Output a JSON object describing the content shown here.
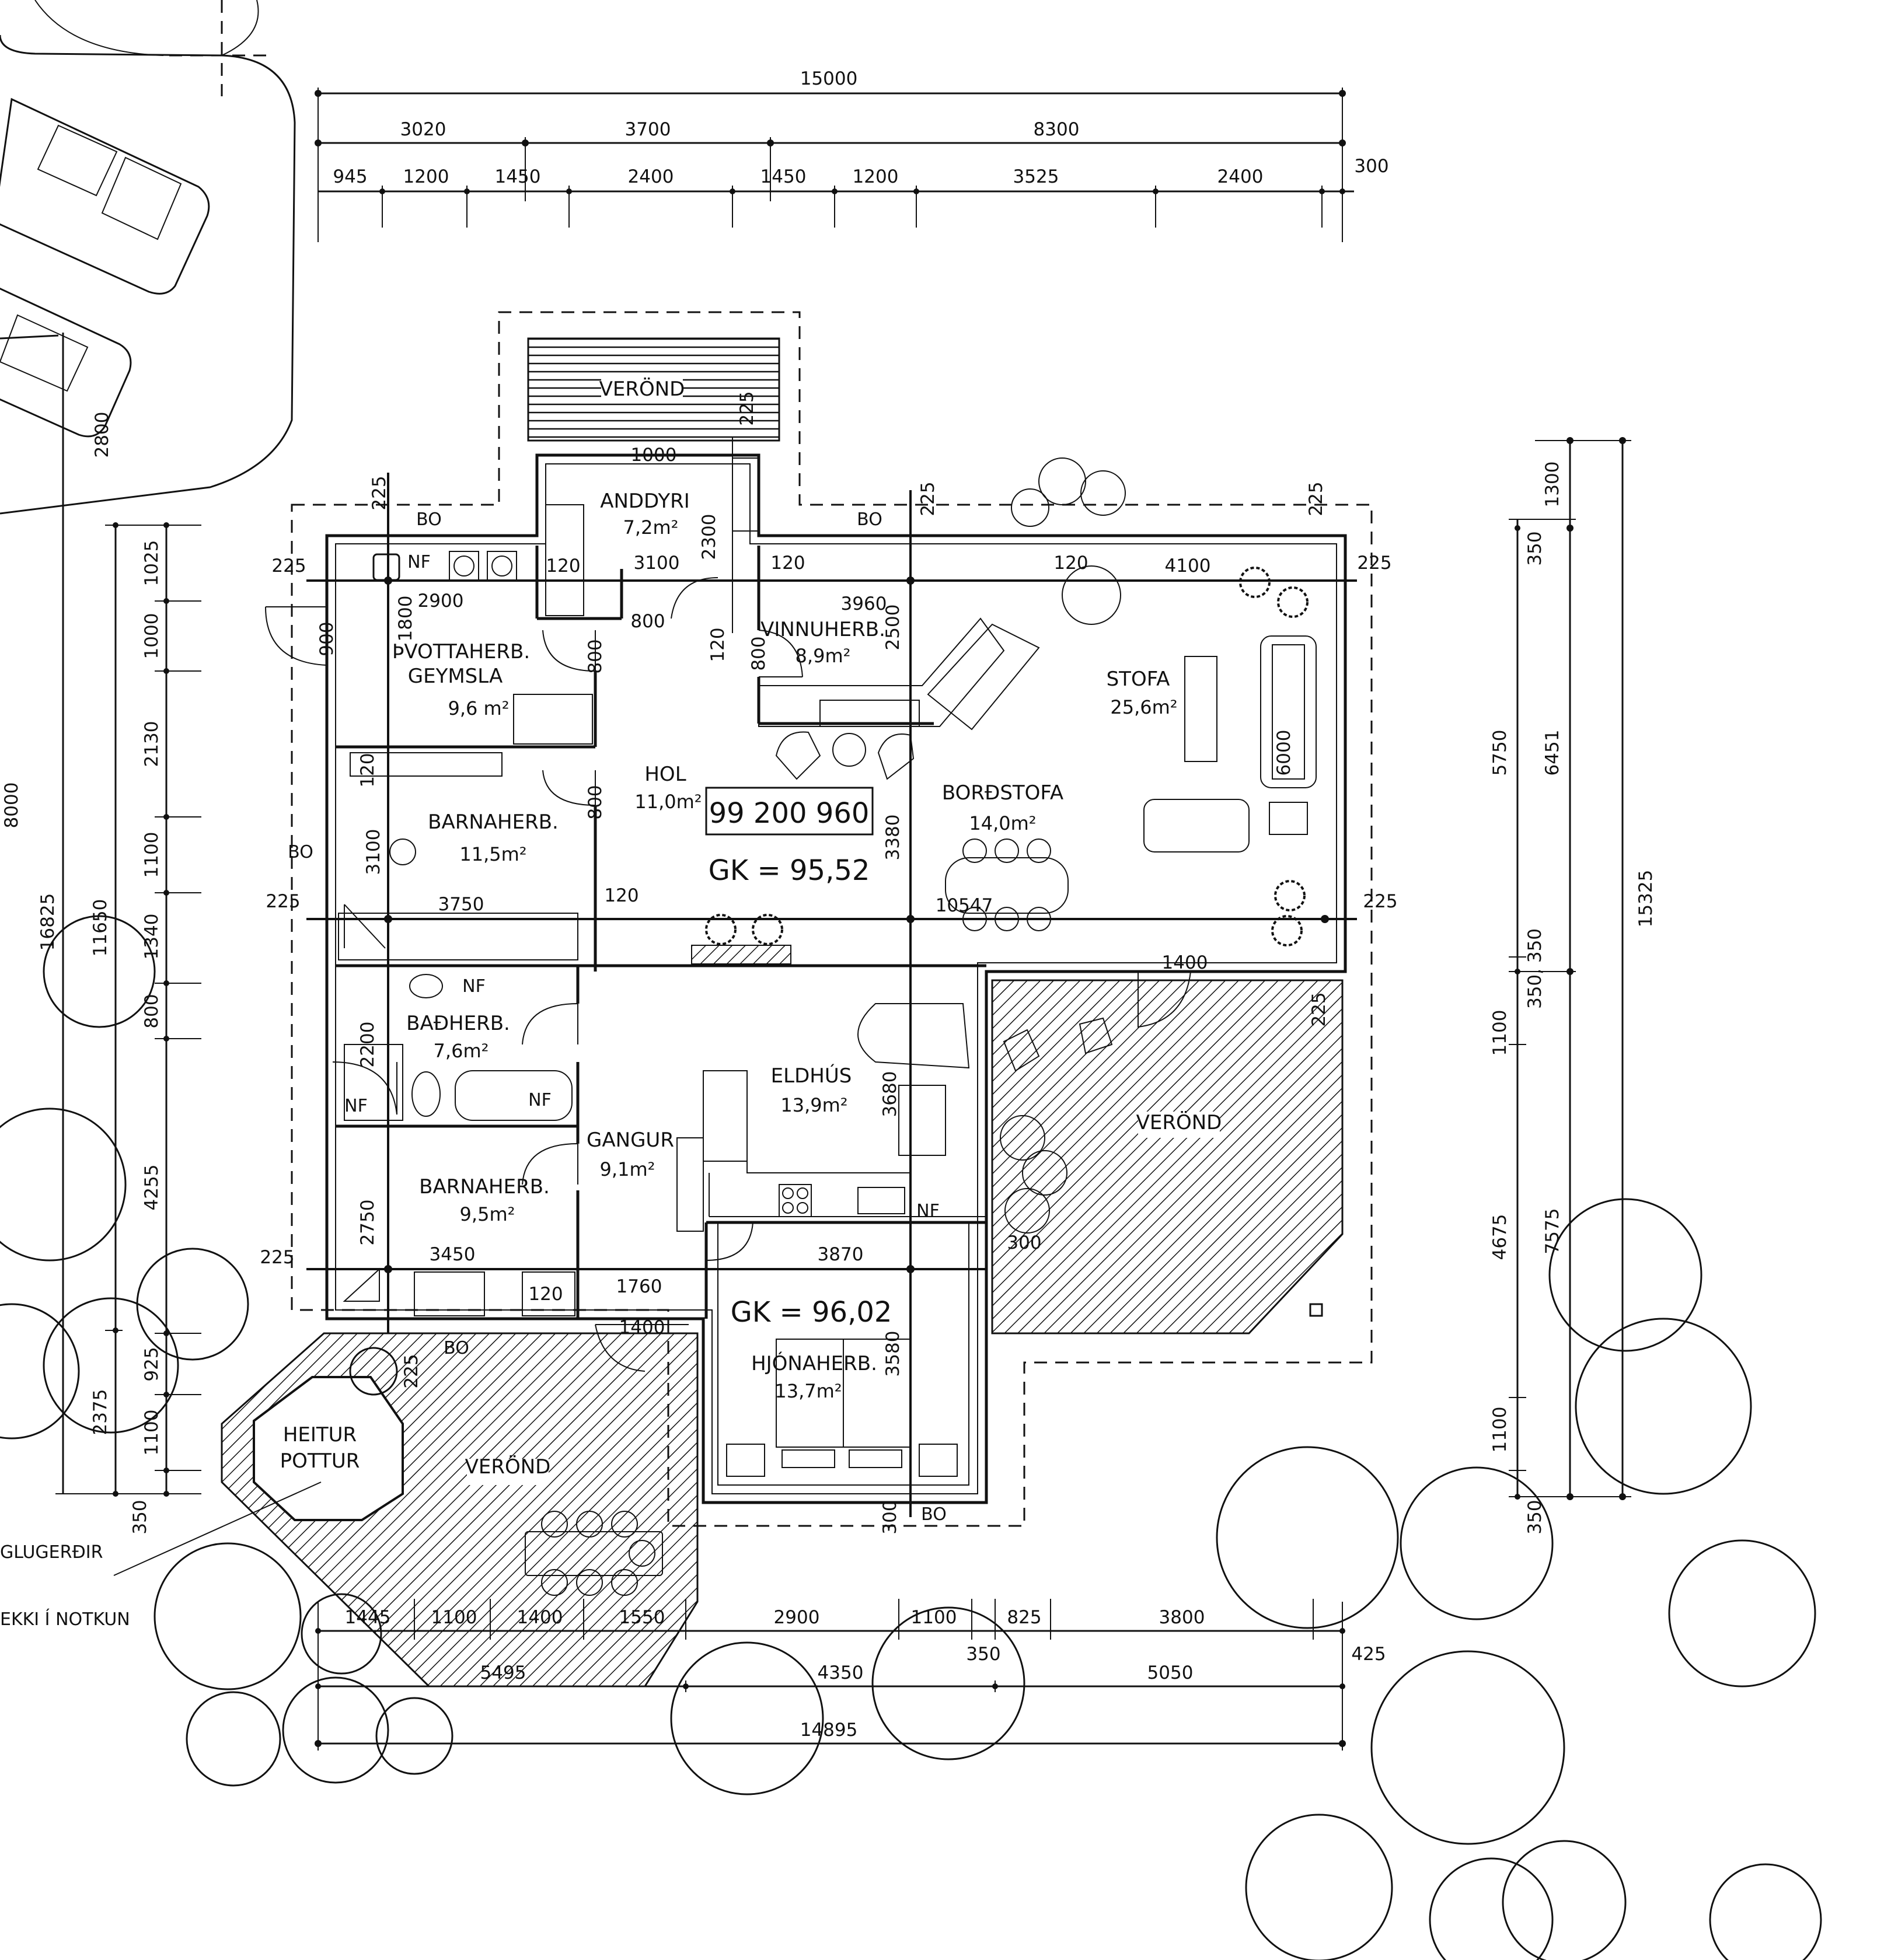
{
  "dims_top": {
    "overall": "15000",
    "row2": [
      "3020",
      "3700",
      "8300"
    ],
    "row3": [
      "945",
      "1200",
      "1450",
      "2400",
      "1450",
      "1200",
      "3525",
      "2400"
    ],
    "edge": "300"
  },
  "dims_bottom": {
    "row1": [
      "1445",
      "1100",
      "1400",
      "1550",
      "2900",
      "1100",
      "825",
      "3800"
    ],
    "row2": [
      "5495",
      "4350",
      "5050"
    ],
    "overall": "14895",
    "small": [
      "350",
      "425"
    ]
  },
  "dims_left": {
    "outer": "8000",
    "total": "16825",
    "sub_a": "11650",
    "sub_b": "2375",
    "seg": [
      "1025",
      "1000",
      "2130",
      "1100",
      "1340",
      "800",
      "4255",
      "925",
      "1100",
      "350"
    ],
    "car": "2800"
  },
  "dims_right": {
    "total": "15325",
    "a": [
      "1300",
      "6451",
      "7575"
    ],
    "b": [
      "350",
      "5750",
      "350, 350",
      "4675",
      "350"
    ],
    "c": [
      "1100",
      "1100"
    ]
  },
  "axis_marks": [
    "225",
    "225",
    "225",
    "225",
    "225",
    "225",
    "225",
    "225",
    "225",
    "225",
    "225"
  ],
  "rooms": [
    {
      "name": "VERÖND",
      "area": ""
    },
    {
      "name": "ANDDYRI",
      "area": "7,2m²"
    },
    {
      "name": "ÞVOTTAHERB.",
      "name2": "GEYMSLA",
      "area": "9,6 m²"
    },
    {
      "name": "VINNUHERB.",
      "area": "8,9m²"
    },
    {
      "name": "STOFA",
      "area": "25,6m²"
    },
    {
      "name": "HOL",
      "area": "11,0m²"
    },
    {
      "name": "BORÐSTOFA",
      "area": "14,0m²"
    },
    {
      "name": "BARNAHERB.",
      "area": "11,5m²"
    },
    {
      "name": "BAÐHERB.",
      "area": "7,6m²"
    },
    {
      "name": "ELDHÚS",
      "area": "13,9m²"
    },
    {
      "name": "GANGUR",
      "area": "9,1m²"
    },
    {
      "name": "BARNAHERB.",
      "area": "9,5m²"
    },
    {
      "name": "VERÖND",
      "area": ""
    },
    {
      "name": "HJÓNAHERB.",
      "area": "13,7m²"
    },
    {
      "name": "VERÖND",
      "area": ""
    },
    {
      "name": "HEITUR",
      "name2": "POTTUR",
      "area": ""
    }
  ],
  "labels": {
    "property_no": "99 200 960",
    "gk1": "GK = 95,52",
    "gk2": "GK = 96,02",
    "bo": "BO",
    "nf": "NF",
    "note1": "GLUGERÐIR",
    "note2": "EKKI Í NOTKUN"
  },
  "inner_dims": [
    "1000",
    "3100",
    "2300",
    "2900",
    "1800",
    "800",
    "800",
    "800",
    "3960",
    "2500",
    "4100",
    "120",
    "120",
    "120",
    "120",
    "120",
    "3100",
    "3750",
    "3380",
    "10547",
    "800",
    "2200",
    "3680",
    "1400",
    "2750",
    "3450",
    "1760",
    "3870",
    "1400",
    "3580",
    "300",
    "300",
    "900",
    "6000",
    "120",
    "120"
  ]
}
